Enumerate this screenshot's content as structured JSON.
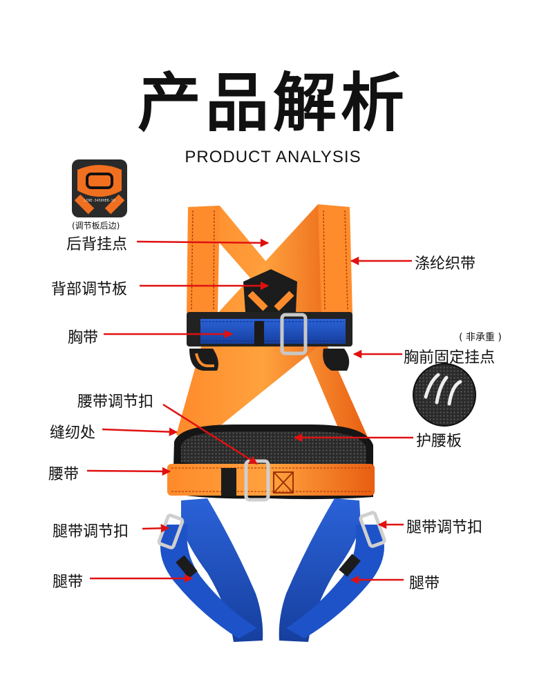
{
  "header": {
    "title": "产品解析",
    "subtitle": "PRODUCT ANALYSIS"
  },
  "callouts": {
    "back_adjust_note": "(调节板后边)",
    "back_hook": "后背挂点",
    "polyester_webbing": "涤纶织带",
    "back_adjust_plate": "背部调节板",
    "chest_strap": "胸带",
    "non_load_note": "( 非承重 )",
    "chest_front_point": "胸前固定挂点",
    "waist_buckle": "腰带调节扣",
    "stitching": "缝纫处",
    "waist_pad": "护腰板",
    "waist_belt": "腰带",
    "leg_buckle_left": "腿带调节扣",
    "leg_buckle_right": "腿带调节扣",
    "leg_strap_left": "腿带",
    "leg_strap_right": "腿带"
  },
  "thumbnail": {
    "label_text": "LINE-3456HEB-10"
  },
  "colors": {
    "orange": "#f26a1b",
    "orange_light": "#ff9a3c",
    "blue": "#1f4fc0",
    "blue_dark": "#153a91",
    "arrow_red": "#e01010",
    "pad_gray": "#3a3a3a"
  }
}
